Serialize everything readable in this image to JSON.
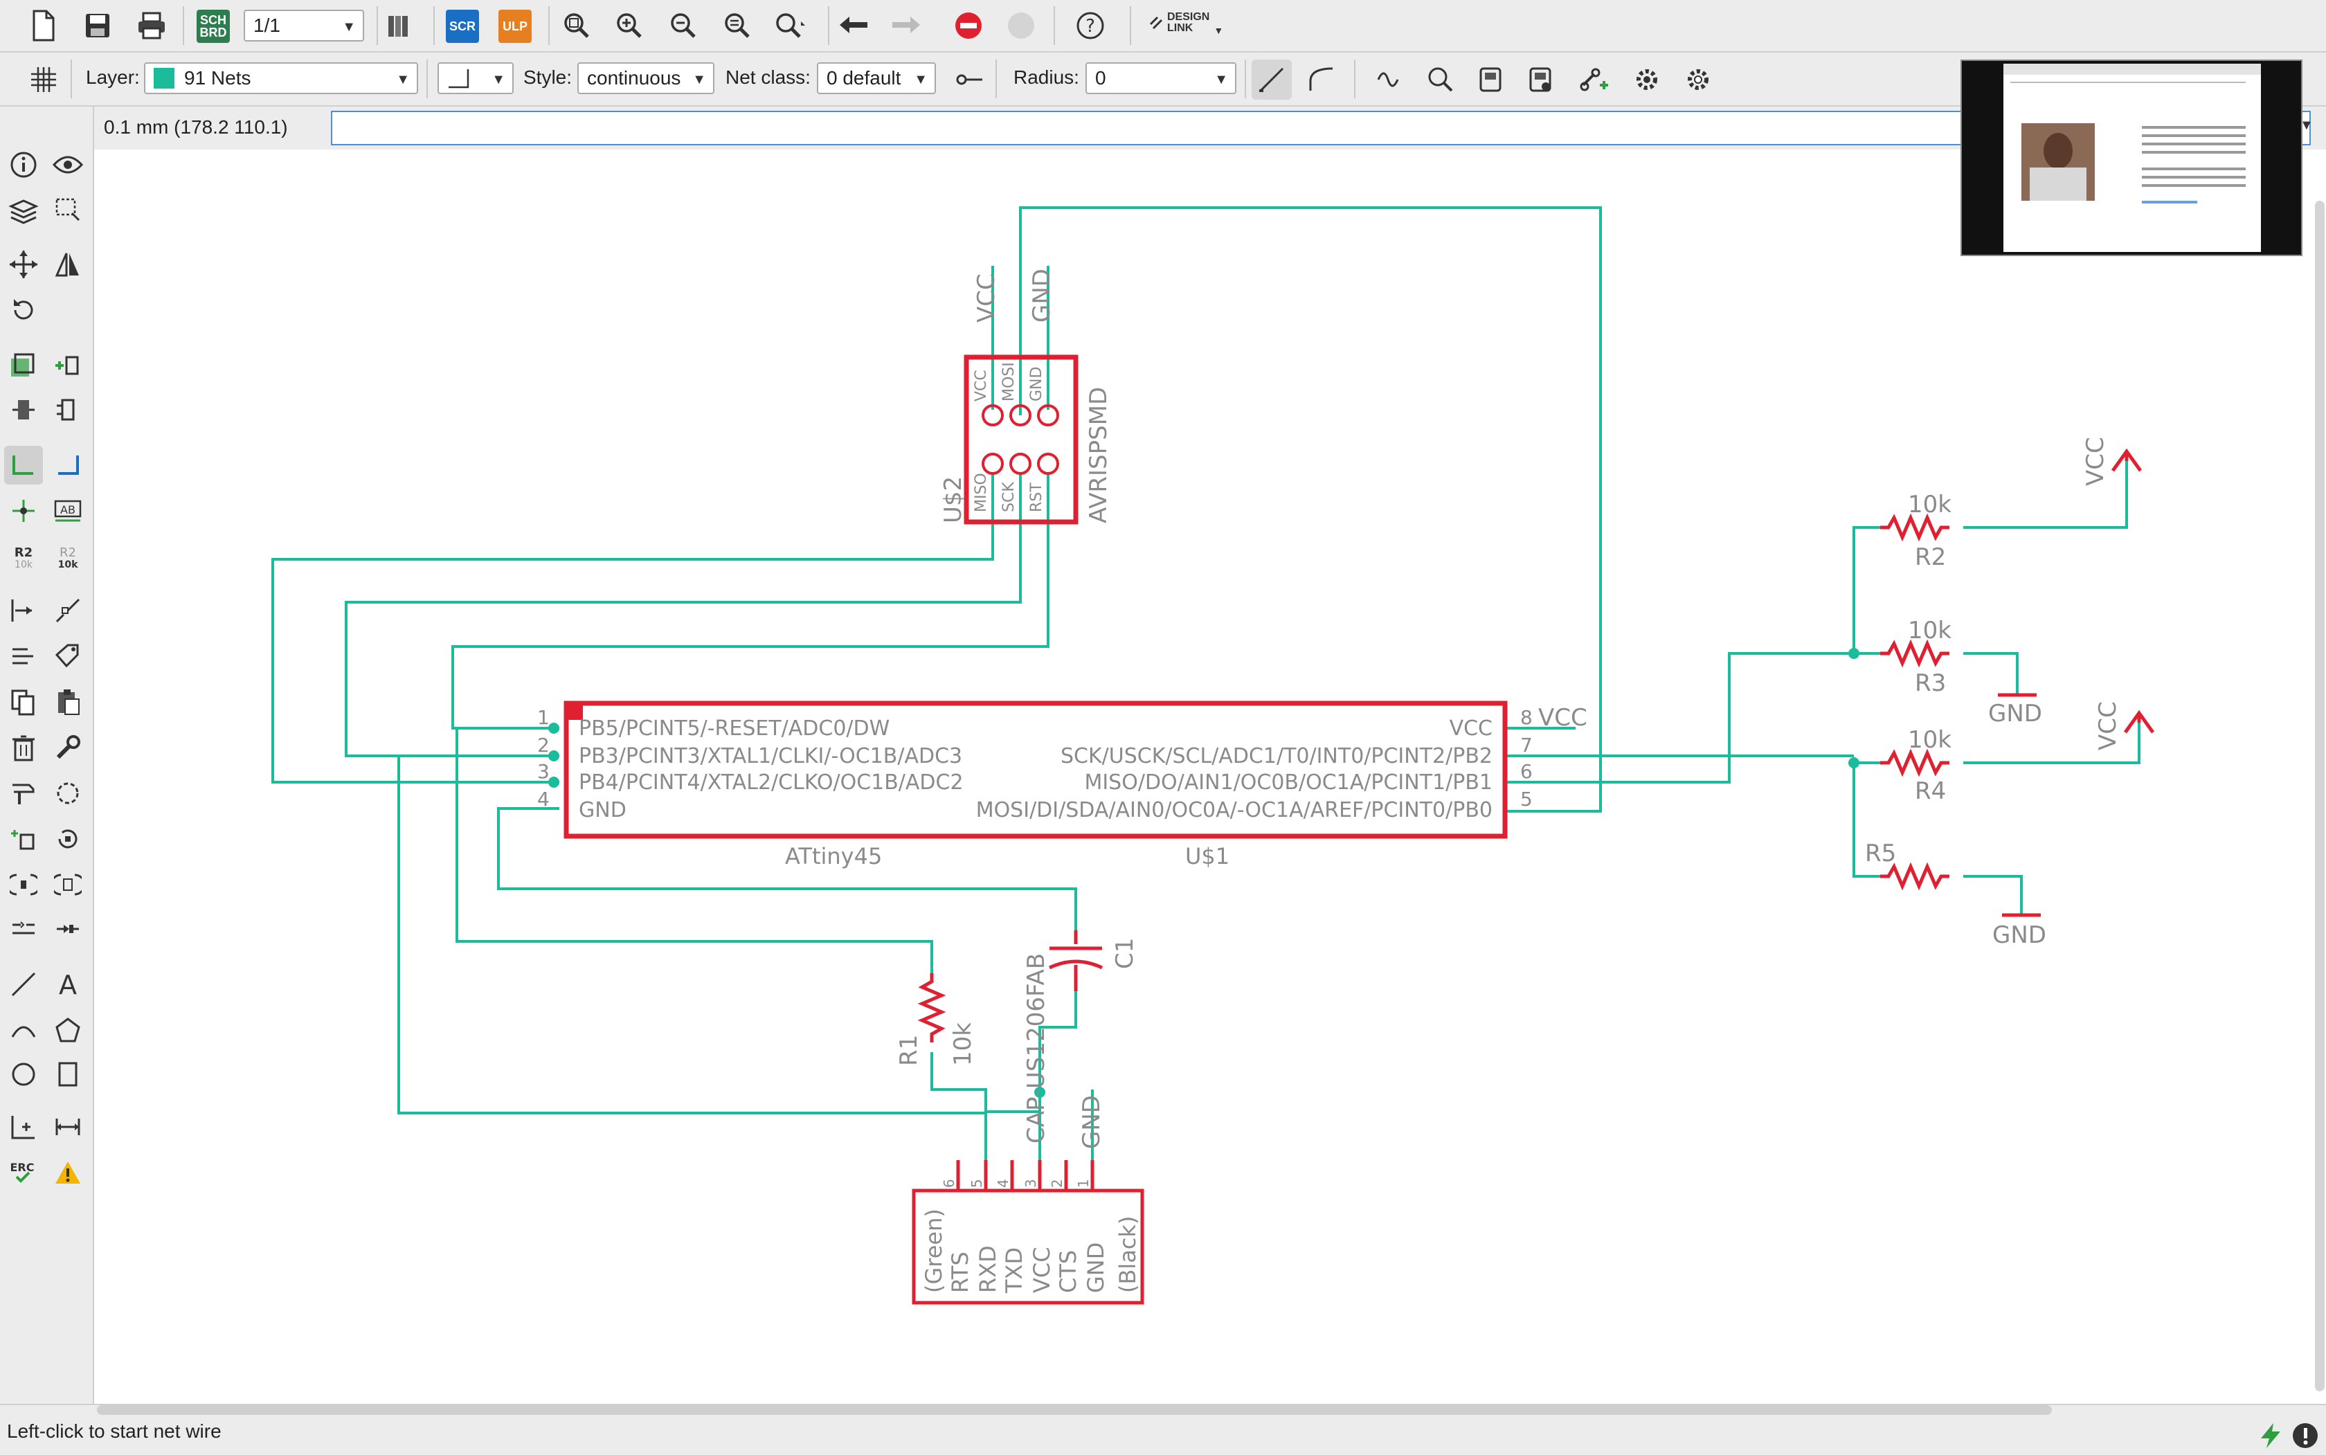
{
  "toolbar": {
    "sheet": "1/1",
    "sch_brd_badge": "SCH\nBRD",
    "scr_badge": "SCR",
    "ulp_badge": "ULP",
    "design_link": "DESIGN\nLINK"
  },
  "properties": {
    "layer_label": "Layer:",
    "layer_value": "91 Nets",
    "layer_color": "#1abc9c",
    "style_label": "Style:",
    "style_value": "continuous",
    "netclass_label": "Net class:",
    "netclass_value": "0 default",
    "radius_label": "Radius:",
    "radius_value": "0"
  },
  "command": {
    "coordinate": "0.1 mm (178.2 110.1)",
    "input_value": ""
  },
  "status": {
    "message": "Left-click to start net wire"
  },
  "schematic": {
    "net_color": "#1abc9c",
    "part_color": "#e02030",
    "label_color": "#8a8a8a",
    "u1": {
      "name": "U$1",
      "value": "ATtiny45",
      "pins_left": [
        "PB5/PCINT5/-RESET/ADC0/DW",
        "PB3/PCINT3/XTAL1/CLKI/-OC1B/ADC3",
        "PB4/PCINT4/XTAL2/CLKO/OC1B/ADC2",
        "GND"
      ],
      "pin_nums_left": [
        "1",
        "2",
        "3",
        "4"
      ],
      "pins_right": [
        "VCC",
        "SCK/USCK/SCL/ADC1/T0/INT0/PCINT2/PB2",
        "MISO/DO/AIN1/OC0B/OC1A/PCINT1/PB1",
        "MOSI/DI/SDA/AIN0/OC0A/-OC1A/AREF/PCINT0/PB0"
      ],
      "pin_nums_right": [
        "8",
        "7",
        "6",
        "5"
      ],
      "vcc_label": "VCC"
    },
    "u2": {
      "name": "U$2",
      "value": "AVRISPSMD",
      "pins_top": [
        "VCC",
        "MOSI",
        "GND"
      ],
      "pins_bottom": [
        "MISO",
        "SCK",
        "RST"
      ],
      "vcc_label": "VCC",
      "gnd_label": "GND"
    },
    "resistors": [
      {
        "name": "R2",
        "value": "10k"
      },
      {
        "name": "R3",
        "value": "10k"
      },
      {
        "name": "R4",
        "value": "10k"
      },
      {
        "name": "R5",
        "value": ""
      },
      {
        "name": "R1",
        "value": "10k"
      }
    ],
    "supply": {
      "vcc_r2": "VCC",
      "gnd_r3": "GND",
      "vcc_r4": "VCC",
      "gnd_r5": "GND"
    },
    "c1": {
      "name": "C1",
      "value": "CAP-US1206FAB"
    },
    "ftdi": {
      "gnd_label": "GND",
      "pins": [
        "(Green)",
        "RTS",
        "RXD",
        "TXD",
        "VCC",
        "CTS",
        "GND",
        "(Black)"
      ],
      "pin_nums": [
        "6",
        "5",
        "4",
        "3",
        "2",
        "1"
      ]
    }
  }
}
